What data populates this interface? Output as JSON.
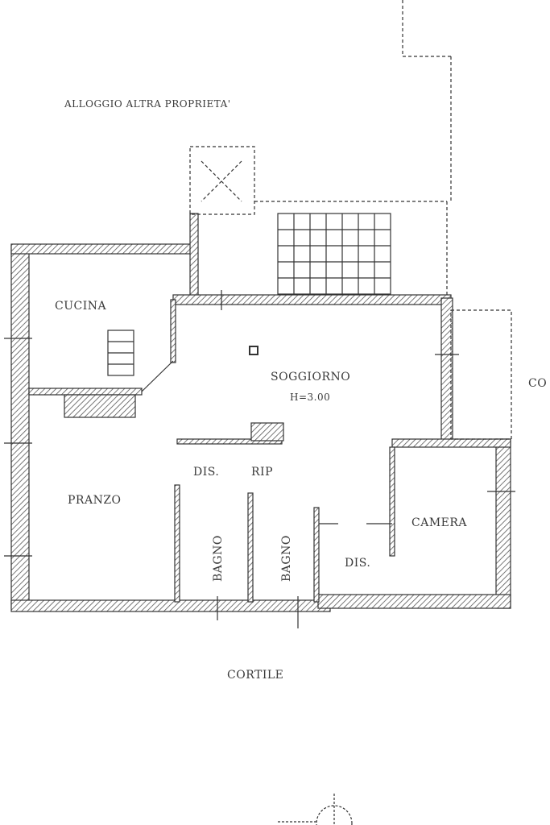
{
  "labels": {
    "neighbor": "ALLOGGIO ALTRA PROPRIETA'",
    "kitchen": "CUCINA",
    "living": "SOGGIORNO",
    "height": "H=3.00",
    "hall_1": "DIS.",
    "storage": "RIP",
    "dining": "PRANZO",
    "bath_1": "BAGNO",
    "bath_2": "BAGNO",
    "bedroom": "CAMERA",
    "hall_2": "DIS.",
    "courtyard": "CORTILE",
    "right_cut": "CO"
  },
  "colors": {
    "ink": "#3a3a3a",
    "paper": "#ffffff"
  }
}
